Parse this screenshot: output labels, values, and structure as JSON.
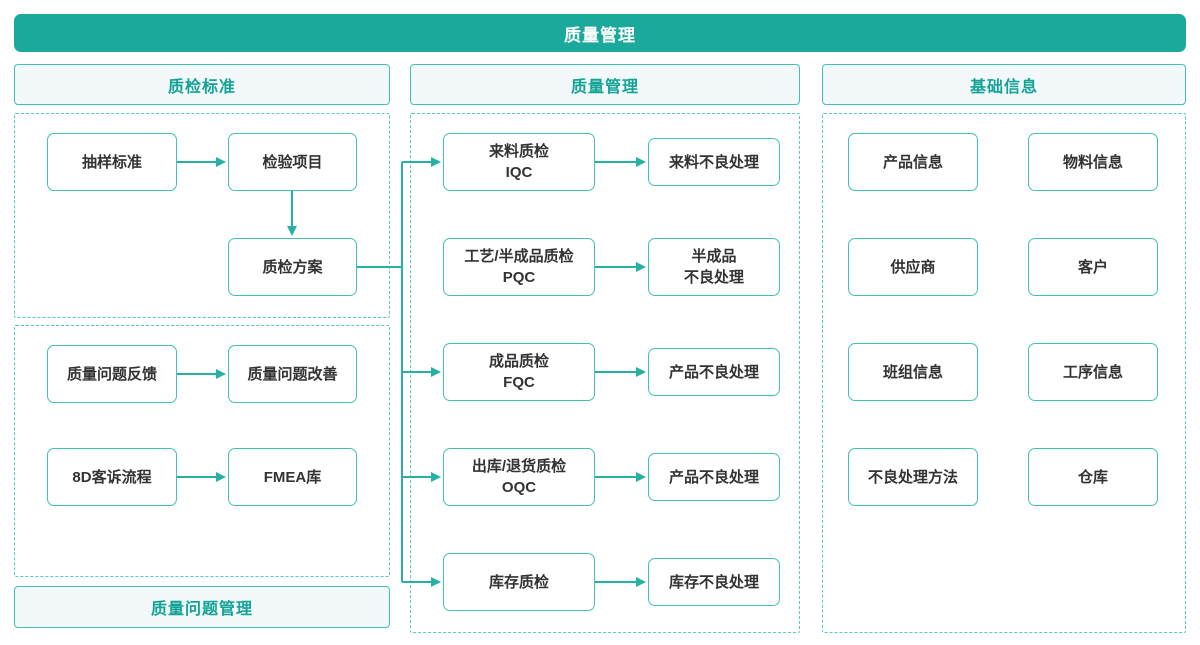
{
  "banner": {
    "title": "质量管理"
  },
  "left_section": {
    "header": "质检标准",
    "footer_label": "质量问题管理",
    "nodes": {
      "sampling_standard": "抽样标准",
      "inspection_item": "检验项目",
      "inspection_plan": "质检方案",
      "issue_feedback": "质量问题反馈",
      "issue_improvement": "质量问题改善",
      "complaint_8d": "8D客诉流程",
      "fmea_library": "FMEA库"
    }
  },
  "middle_section": {
    "header": "质量管理",
    "rows": [
      {
        "source_line1": "来料质检",
        "source_line2": "IQC",
        "target": "来料不良处理"
      },
      {
        "source_line1": "工艺/半成品质检",
        "source_line2": "PQC",
        "target_line1": "半成品",
        "target_line2": "不良处理"
      },
      {
        "source_line1": "成品质检",
        "source_line2": "FQC",
        "target": "产品不良处理"
      },
      {
        "source_line1": "出库/退货质检",
        "source_line2": "OQC",
        "target": "产品不良处理"
      },
      {
        "source": "库存质检",
        "target": "库存不良处理"
      }
    ]
  },
  "right_section": {
    "header": "基础信息",
    "cells": [
      "产品信息",
      "物料信息",
      "供应商",
      "客户",
      "班组信息",
      "工序信息",
      "不良处理方法",
      "仓库"
    ]
  },
  "colors": {
    "banner_bg": "#1BA99C",
    "header_bg": "#F3F9FB",
    "header_text": "#13A396",
    "box_border": "#42C2B4",
    "connector": "#26B1A4",
    "dashed_border": "#55CBBE",
    "node_text": "#333333"
  }
}
